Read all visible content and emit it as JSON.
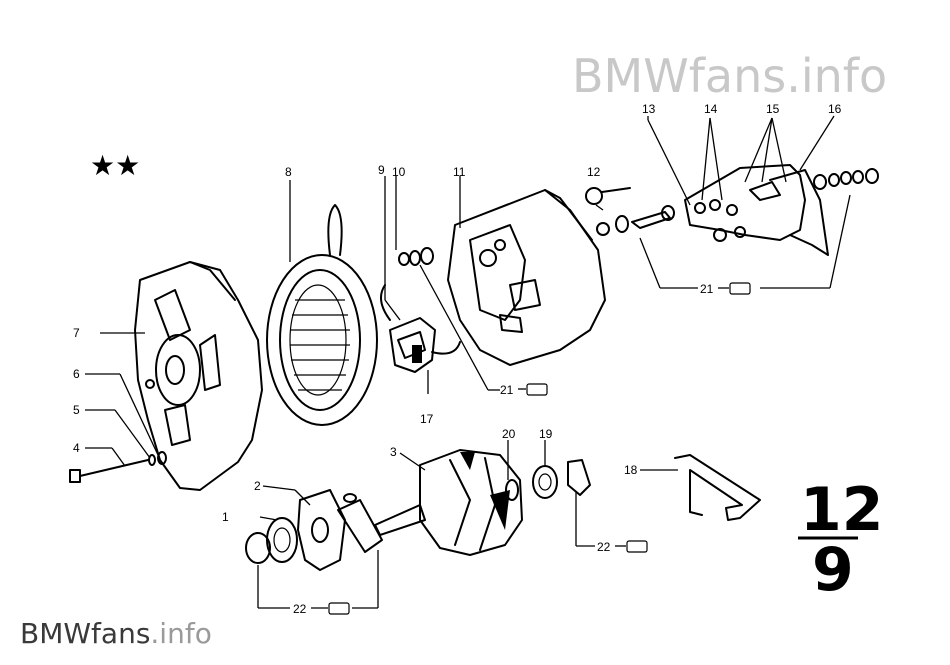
{
  "watermark": {
    "top": "BMWfans.info",
    "bottom_brand": "BMWfans",
    "bottom_suffix": ".info"
  },
  "stars": "★★",
  "page_ref": {
    "numerator": "12",
    "denominator": "9"
  },
  "callouts": {
    "c1": "1",
    "c2": "2",
    "c3": "3",
    "c4": "4",
    "c5": "5",
    "c6": "6",
    "c7": "7",
    "c8": "8",
    "c9": "9",
    "c10": "10",
    "c11": "11",
    "c12": "12",
    "c13": "13",
    "c14": "14",
    "c15": "15",
    "c16": "16",
    "c17": "17",
    "c18": "18",
    "c19": "19",
    "c20": "20"
  },
  "refs": {
    "r21a": "21",
    "r21b": "21",
    "r22a": "22",
    "r22b": "22"
  }
}
